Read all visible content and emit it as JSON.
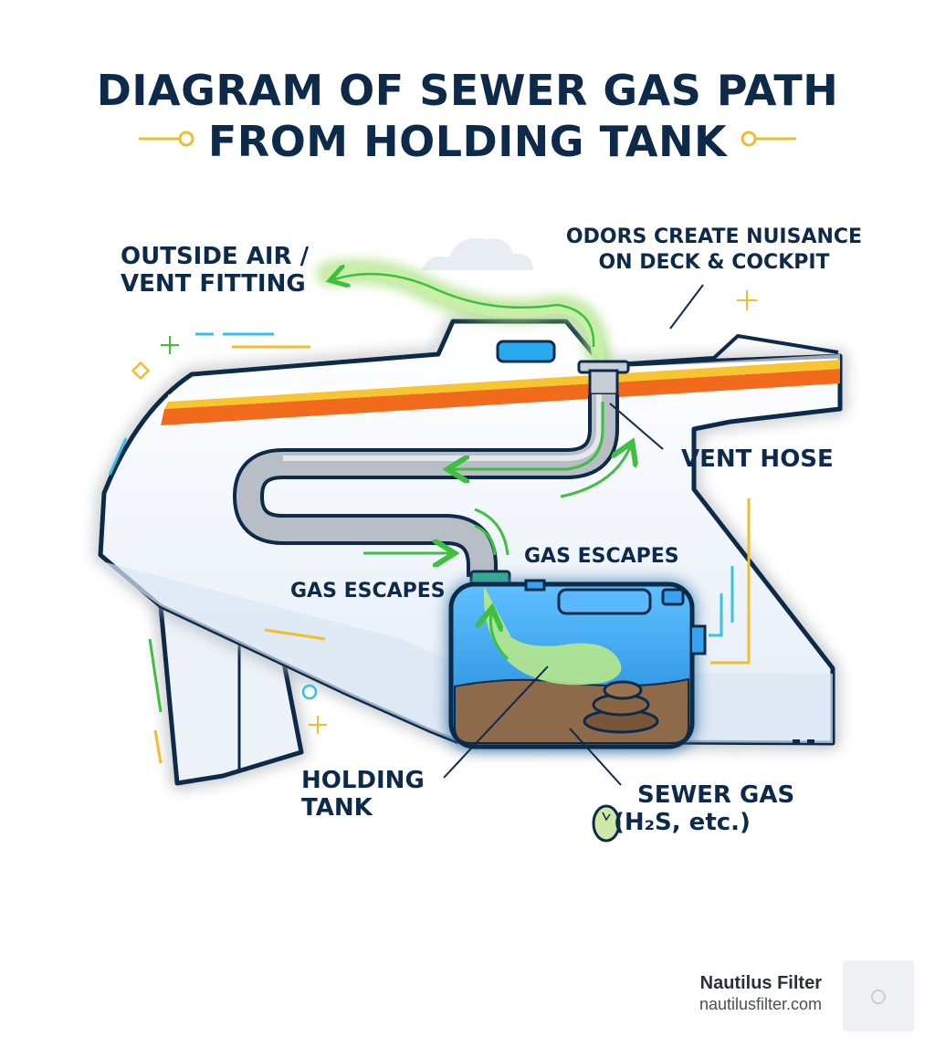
{
  "title": {
    "line1": "DIAGRAM OF SEWER GAS PATH",
    "line2": "FROM HOLDING TANK"
  },
  "labels": {
    "outside_air_line1": "OUTSIDE AIR /",
    "outside_air_line2": "VENT FITTING",
    "odors_line1": "ODORS CREATE NUISANCE",
    "odors_line2": "ON DECK & COCKPIT",
    "vent_hose": "VENT HOSE",
    "gas_escapes_right": "GAS ESCAPES",
    "gas_escapes_left": "GAS ESCAPES",
    "holding_tank_line1": "HOLDING",
    "holding_tank_line2": "TANK",
    "sewer_gas_line1": "SEWER GAS",
    "sewer_gas_line2": "(H₂S, etc.)"
  },
  "brand": {
    "name": "Nautilus Filter",
    "url": "nautilusfilter.com"
  },
  "colors": {
    "navy": "#0d2a4a",
    "gas_green": "#a6e07a",
    "arrow_green": "#3fbf3f",
    "tank_blue": "#3aa3f0",
    "hull_stripe_orange": "#f26b1d",
    "hull_stripe_yellow": "#f7c531",
    "hose_gray": "#b8bec6",
    "accent_cyan": "#35c2e8",
    "accent_yellow": "#f2bd2c"
  }
}
